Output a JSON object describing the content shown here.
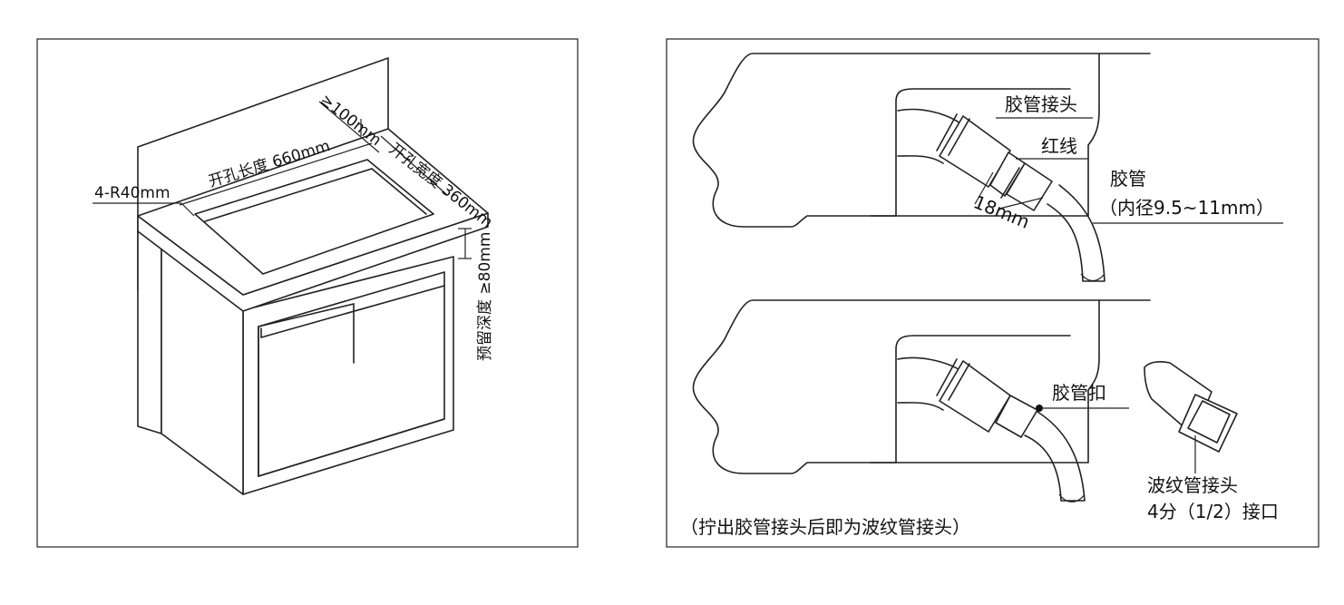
{
  "left_panel": {
    "labels": {
      "clearance_back": "≥100mm",
      "cutout_length": "开孔长度 660mm",
      "cutout_width": "开孔宽度 360mm",
      "corner_radius": "4-R40mm",
      "reserved_depth": "预留深度 ≥80mm"
    }
  },
  "right_panel": {
    "labels": {
      "hose_connector": "胶管接头",
      "red_line": "红线",
      "insert_length": "18mm",
      "hose": "胶管",
      "hose_inner_diameter": "（内径9.5~11mm）",
      "hose_clamp": "胶管扣",
      "corrugated_connector": "波纹管接头",
      "thread_size": "4分（1/2）接口",
      "note": "（拧出胶管接头后即为波纹管接头）"
    }
  }
}
